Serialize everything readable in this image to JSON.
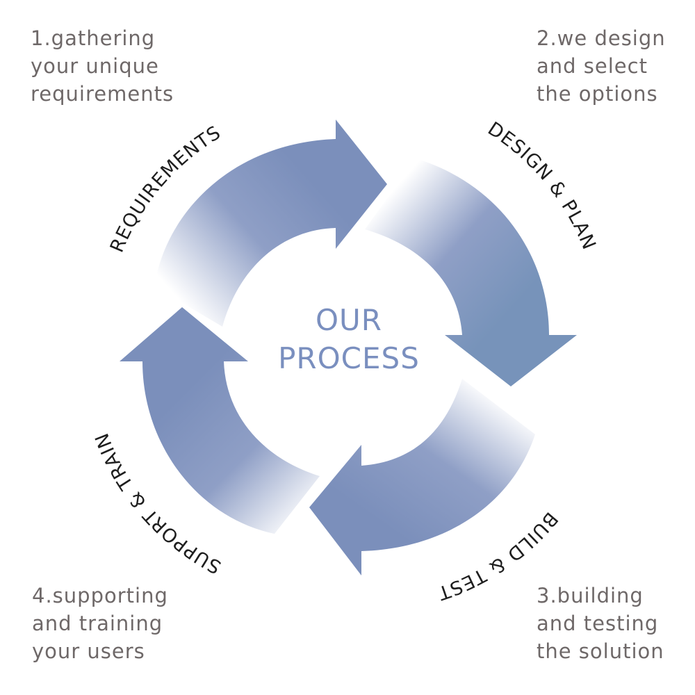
{
  "diagram": {
    "center": {
      "line1": "OUR",
      "line2": "PROCESS"
    },
    "stages": [
      {
        "label": "REQUIREMENTS",
        "description": [
          "1.gathering",
          "your unique",
          "requirements"
        ]
      },
      {
        "label": "DESIGN & PLAN",
        "description": [
          "2.we design",
          "and select",
          "the options"
        ]
      },
      {
        "label": "BUILD & TEST",
        "description": [
          "3.building",
          "and testing",
          "the solution"
        ]
      },
      {
        "label": "SUPPORT & TRAIN",
        "description": [
          "4.supporting",
          "and training",
          "your users"
        ]
      }
    ]
  },
  "colors": {
    "arrow": "#7b8fbb",
    "arrow_fade": "#ffffff",
    "center_text": "#7a8fbf",
    "description_text": "#6e6868",
    "stage_label": "#1e1e1e"
  }
}
